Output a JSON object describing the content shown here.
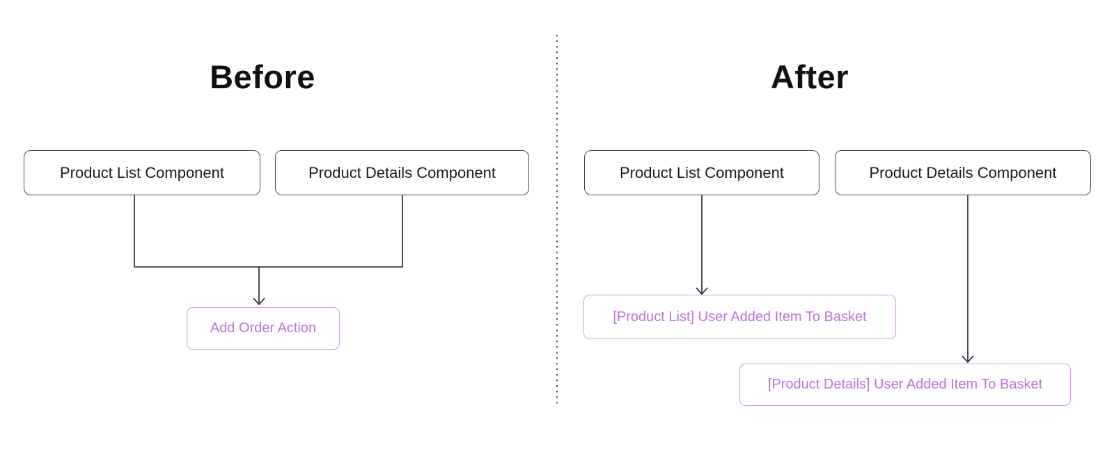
{
  "panels": {
    "before": {
      "title": "Before",
      "components": [
        "Product List Component",
        "Product Details Component"
      ],
      "action_label": "Add Order Action"
    },
    "after": {
      "title": "After",
      "components": [
        "Product List Component",
        "Product Details Component"
      ],
      "events": [
        "[Product List] User Added Item To Basket",
        "[Product Details] User Added Item To Basket"
      ]
    }
  },
  "colors": {
    "title": "#111111",
    "box_border": "#4a4a4a",
    "purple_text": "#bf6fd8",
    "purple_border": "#d49ae4",
    "line": "#241a28"
  }
}
